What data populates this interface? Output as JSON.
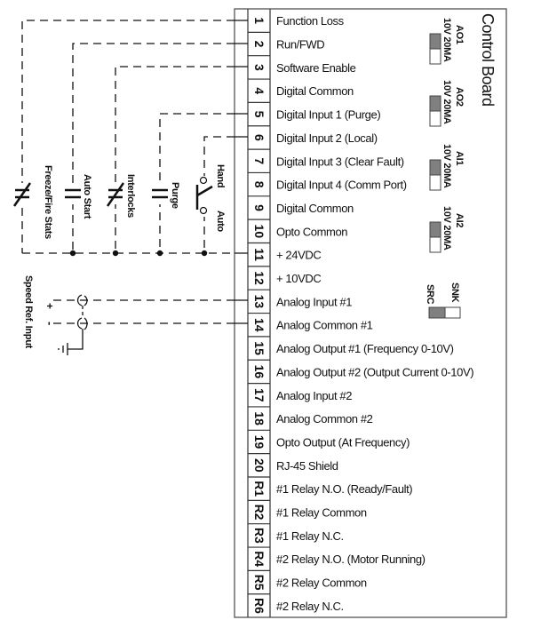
{
  "board": {
    "title": "Control Board",
    "terminals": [
      {
        "num": "1",
        "label": "Function Loss"
      },
      {
        "num": "2",
        "label": "Run/FWD"
      },
      {
        "num": "3",
        "label": "Software Enable"
      },
      {
        "num": "4",
        "label": "Digital Common"
      },
      {
        "num": "5",
        "label": "Digital Input 1 (Purge)"
      },
      {
        "num": "6",
        "label": "Digital Input 2 (Local)"
      },
      {
        "num": "7",
        "label": "Digital Input 3 (Clear Fault)"
      },
      {
        "num": "8",
        "label": "Digital Input 4 (Comm Port)"
      },
      {
        "num": "9",
        "label": "Digital Common"
      },
      {
        "num": "10",
        "label": "Opto Common"
      },
      {
        "num": "11",
        "label": "+ 24VDC"
      },
      {
        "num": "12",
        "label": "+ 10VDC"
      },
      {
        "num": "13",
        "label": "Analog Input #1"
      },
      {
        "num": "14",
        "label": "Analog Common #1"
      },
      {
        "num": "15",
        "label": "Analog Output #1 (Frequency 0-10V)"
      },
      {
        "num": "16",
        "label": "Analog Output #2 (Output Current 0-10V)"
      },
      {
        "num": "17",
        "label": "Analog Input #2"
      },
      {
        "num": "18",
        "label": "Analog Common #2"
      },
      {
        "num": "19",
        "label": "Opto Output (At Frequency)"
      },
      {
        "num": "20",
        "label": "RJ-45 Shield"
      },
      {
        "num": "R1",
        "label": "#1 Relay N.O. (Ready/Fault)"
      },
      {
        "num": "R2",
        "label": "#1 Relay Common"
      },
      {
        "num": "R3",
        "label": "#1 Relay N.C."
      },
      {
        "num": "R4",
        "label": "#2 Relay N.O. (Motor Running)"
      },
      {
        "num": "R5",
        "label": "#2 Relay Common"
      },
      {
        "num": "R6",
        "label": "#2 Relay N.C."
      }
    ],
    "switches": [
      {
        "name": "AO1",
        "options": "10V 20MA",
        "setting": "10V"
      },
      {
        "name": "AO2",
        "options": "10V 20MA",
        "setting": "10V"
      },
      {
        "name": "AI1",
        "options": "10V 20MA",
        "setting": "10V"
      },
      {
        "name": "AI2",
        "options": "10V 20MA",
        "setting": "10V"
      }
    ],
    "sink_source": {
      "snk": "SNK",
      "src": "SRC",
      "setting": "SRC"
    }
  },
  "field_devices": {
    "freeze_fire": "Freeze/Fire Stats",
    "auto_start": "Auto Start",
    "interlocks": "Interlocks",
    "purge": "Purge",
    "hand": "Hand",
    "auto": "Auto",
    "speed_ref": "Speed Ref. Input",
    "plus": "+",
    "minus": "-"
  },
  "colors": {
    "switch_on": "#808080",
    "line": "#111111"
  }
}
